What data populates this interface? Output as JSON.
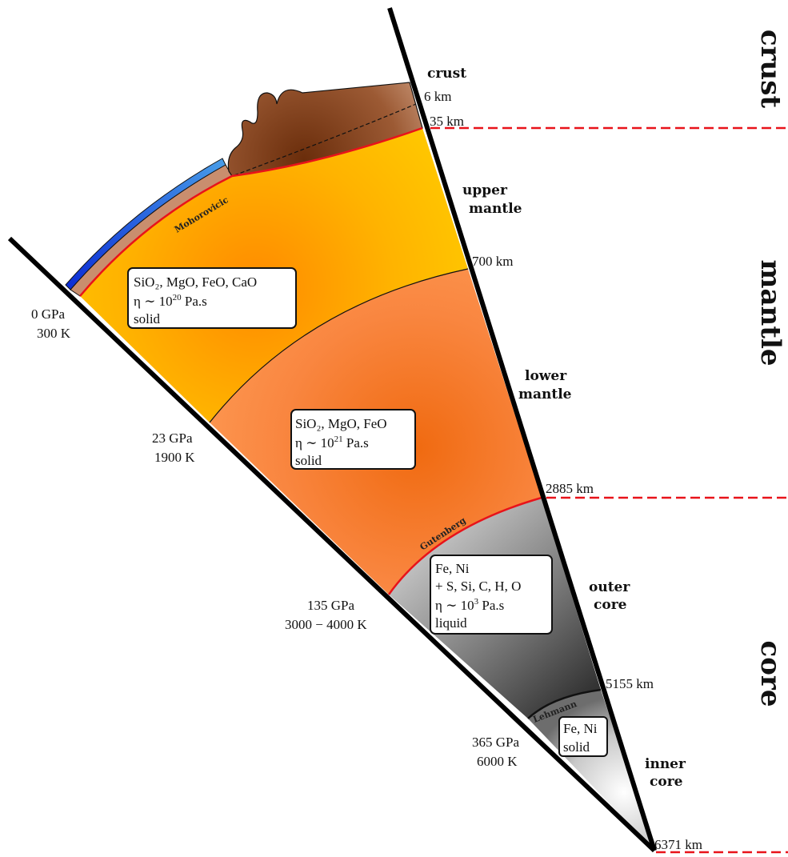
{
  "side_labels": {
    "crust": "crust",
    "mantle": "mantle",
    "core": "core"
  },
  "layer_labels": {
    "crust": "crust",
    "upper_mantle_1": "upper",
    "upper_mantle_2": "mantle",
    "lower_mantle_1": "lower",
    "lower_mantle_2": "mantle",
    "outer_core_1": "outer",
    "outer_core_2": "core",
    "inner_core_1": "inner",
    "inner_core_2": "core"
  },
  "depths": {
    "d6": "6 km",
    "d35": "35 km",
    "d700": "700 km",
    "d2885": "2885 km",
    "d5155": "5155 km",
    "d6371": "6371 km"
  },
  "conditions": {
    "surface_p": "0 GPa",
    "surface_t": "300 K",
    "um_p": "23 GPa",
    "um_t": "1900 K",
    "cmb_p": "135 GPa",
    "cmb_t": "3000 − 4000 K",
    "icb_p": "365 GPa",
    "icb_t": "6000 K"
  },
  "boundaries": {
    "moho": "Mohorovicic",
    "gutenberg": "Gutenberg",
    "lehmann": "Lehmann"
  },
  "composition": {
    "upper_mantle": {
      "line1": "SiO₂, MgO, FeO, CaO",
      "eta": "η ∼ 10",
      "exp": "20",
      "unit": " Pa.s",
      "state": "solid"
    },
    "lower_mantle": {
      "line1": "SiO₂, MgO, FeO",
      "eta": "η ∼ 10",
      "exp": "21",
      "unit": " Pa.s",
      "state": "solid"
    },
    "outer_core": {
      "line1": "Fe, Ni",
      "line2": "+ S, Si, C, H, O",
      "eta": "η ∼ 10",
      "exp": "3",
      "unit": " Pa.s",
      "state": "liquid"
    },
    "inner_core": {
      "line1": "Fe, Ni",
      "state": "solid"
    }
  },
  "colors": {
    "boundary_red": "#e8131a",
    "dashed_red": "#e8131a",
    "upper_mantle": "#ffb600",
    "lower_mantle": "#f77a1d",
    "outer_core": "#6a6a6a",
    "inner_core": "#f0f0f0",
    "crust_brown": "#8a4a25",
    "ocean_blue": "#2e63d8"
  }
}
